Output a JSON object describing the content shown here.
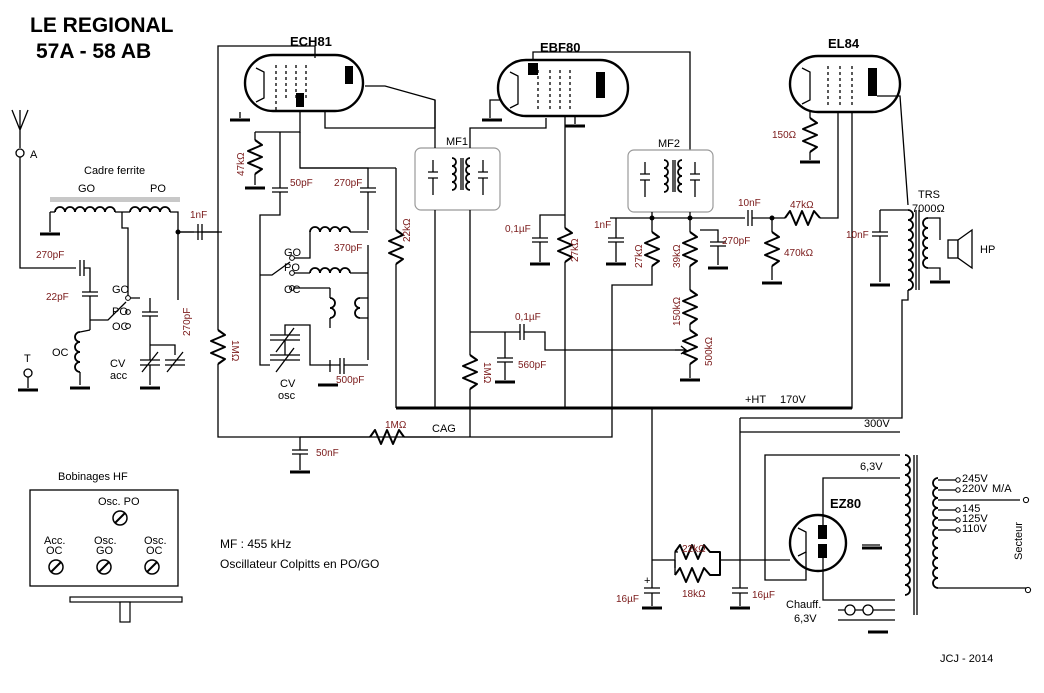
{
  "title": {
    "line1": "LE REGIONAL",
    "line2": "57A  -  58 AB"
  },
  "tubes": {
    "ech81": "ECH81",
    "ebf80": "EBF80",
    "el84": "EL84",
    "ez80": "EZ80"
  },
  "antenna": {
    "a": "A",
    "t": "T"
  },
  "frame": {
    "title": "Cadre ferrite",
    "go": "GO",
    "po": "PO"
  },
  "band_labels": {
    "go": "GO",
    "po": "PO",
    "oc": "OC",
    "go2": "GO",
    "po2": "PO",
    "oc2": "OC",
    "oc_coil": "OC"
  },
  "cv": {
    "acc_1": "CV",
    "acc_2": "acc",
    "osc_1": "CV",
    "osc_2": "osc"
  },
  "mf": {
    "mf1": "MF1",
    "mf2": "MF2"
  },
  "components": {
    "c_270pf_ant": "270pF",
    "c_22pf": "22pF",
    "c_270pf_acc": "270pF",
    "c_1nf_grid": "1nF",
    "r_1m_grid": "1MΩ",
    "r_47k_ech": "47kΩ",
    "c_50pf_ech": "50pF",
    "c_270pf_osc": "270pF",
    "c_370pf": "370pF",
    "c_500pf": "500pF",
    "r_22k": "22kΩ",
    "r_1m_cag_v": "1MΩ",
    "c_01uf_a": "0,1µF",
    "r_27k_ebf": "27kΩ",
    "c_01uf_b": "0,1µF",
    "c_560pf": "560pF",
    "c_1nf_det": "1nF",
    "r_27k_det": "27kΩ",
    "r_39k": "39kΩ",
    "c_270pf_det": "270pF",
    "r_150k": "150kΩ",
    "pot_500k": "500kΩ",
    "c_10nf_coupl": "10nF",
    "r_47k_el": "47kΩ",
    "r_470k": "470kΩ",
    "r_150_cath": "150Ω",
    "c_10nf_out": "10nF",
    "r_1m_cag": "1MΩ",
    "c_50nf": "50nF",
    "r_22k_filt": "22kΩ",
    "r_18k_filt": "18kΩ",
    "c_16uf_a": "16µF",
    "c_16uf_b": "16µF"
  },
  "output": {
    "trs": "TRS",
    "ohm": "7000Ω",
    "hp": "HP"
  },
  "supply": {
    "ht_label": "+HT",
    "ht_value": "170V",
    "v300": "300V",
    "cag": "CAG",
    "v63_top": "6,3V",
    "chauff_1": "Chauff.",
    "chauff_2": "6,3V",
    "taps": [
      "245V",
      "220V",
      "145",
      "125V",
      "110V"
    ],
    "ma": "M/A",
    "secteur": "Secteur"
  },
  "coils_box": {
    "title": "Bobinages HF",
    "osc_po_1": "Osc. PO",
    "acc_oc_1": "Acc.",
    "acc_oc_2": "OC",
    "osc_go_1": "Osc.",
    "osc_go_2": "GO",
    "osc_oc_1": "Osc.",
    "osc_oc_2": "OC"
  },
  "notes": {
    "mf": "MF : 455 kHz",
    "osc": "Oscillateur Colpitts en PO/GO"
  },
  "credit": "JCJ - 2014"
}
